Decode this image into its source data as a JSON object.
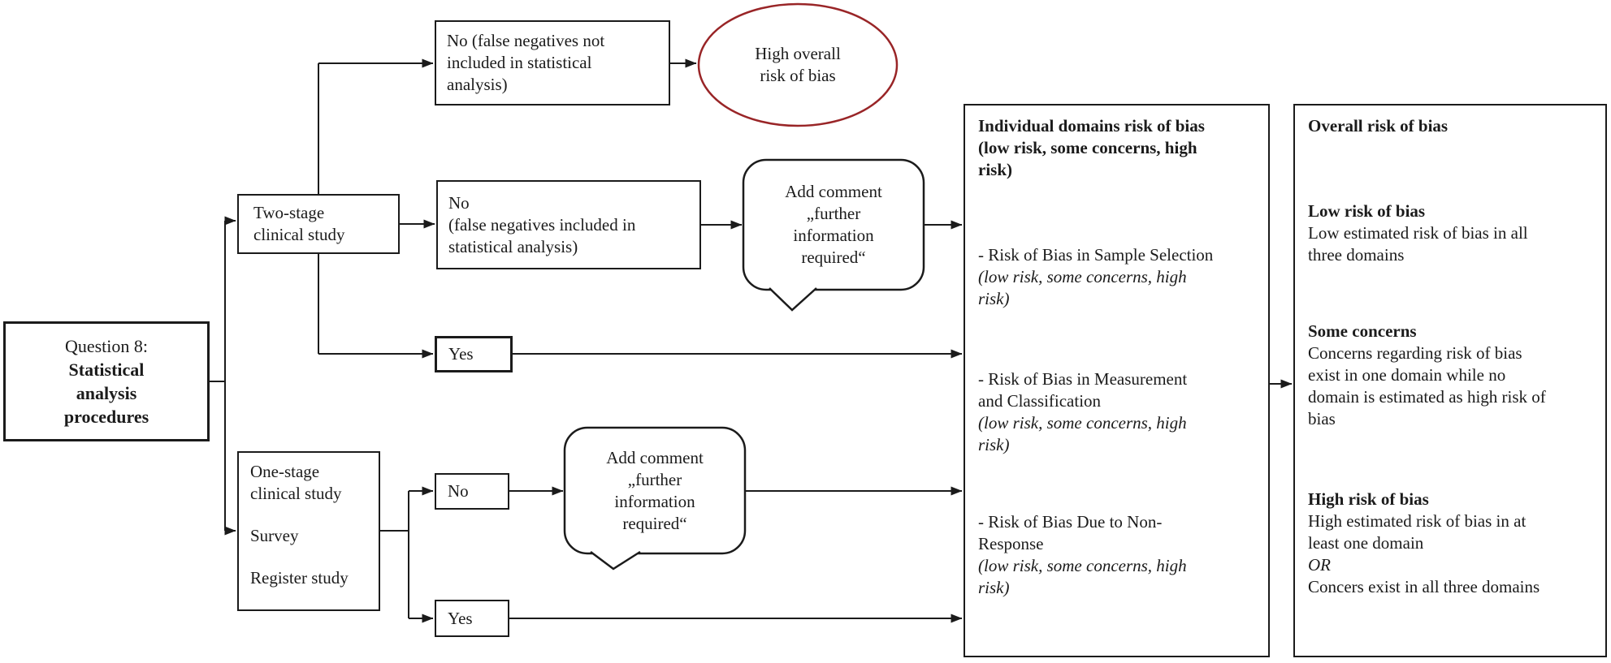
{
  "colors": {
    "ellipse_stroke": "#992527",
    "line": "#1b1b1b"
  },
  "question_box": {
    "line1": "Question 8:",
    "line2": "Statistical",
    "line3": "analysis",
    "line4": "procedures"
  },
  "two_stage_box": {
    "line1": "Two-stage",
    "line2": "clinical study"
  },
  "one_stage_box": {
    "line1": "One-stage",
    "line2": "clinical study",
    "line3": "Survey",
    "line4": "Register study"
  },
  "no_top_box": {
    "line1": "No (false negatives not",
    "line2": "included in statistical",
    "line3": "analysis)"
  },
  "high_overall_ellipse": {
    "line1": "High overall",
    "line2": "risk of bias"
  },
  "no_mid_box": {
    "line1": "No",
    "line2": "(false negatives included in",
    "line3": "statistical analysis)"
  },
  "yes_mid_box": {
    "label": "Yes"
  },
  "no_bot_box": {
    "label": "No"
  },
  "yes_bot_box": {
    "label": "Yes"
  },
  "comment_bubble_top": {
    "line1": "Add comment",
    "line2": "„further",
    "line3": "information",
    "line4": "required“"
  },
  "comment_bubble_bottom": {
    "line1": "Add comment",
    "line2": "„further",
    "line3": "information",
    "line4": "required“"
  },
  "domains_panel": {
    "header_line1": "Individual domains risk of bias",
    "header_line2": "(low risk, some concerns, high",
    "header_line3": "risk)",
    "item1_title_line1": "- Risk of Bias in Sample Selection",
    "item1_note_line1": "(low risk, some concerns, high",
    "item1_note_line2": "risk)",
    "item2_title_line1": "- Risk of Bias in Measurement",
    "item2_title_line2": "and Classification",
    "item2_note_line1": "(low risk, some concerns, high",
    "item2_note_line2": "risk)",
    "item3_title_line1": "- Risk of Bias Due to Non-",
    "item3_title_line2": "Response",
    "item3_note_line1": "(low risk, some concerns, high",
    "item3_note_line2": "risk)"
  },
  "overall_panel": {
    "header": "Overall risk of bias",
    "low_title": "Low risk of bias",
    "low_body_line1": "Low estimated risk of bias in all",
    "low_body_line2": "three domains",
    "some_title": "Some concerns",
    "some_body_line1": "Concerns regarding risk of bias",
    "some_body_line2": "exist in one domain while no",
    "some_body_line3": "domain is estimated as high risk of",
    "some_body_line4": "bias",
    "high_title": "High risk of bias",
    "high_body_line1": "High estimated risk of bias in at",
    "high_body_line2": "least one domain",
    "high_or": "OR",
    "high_body_line3": "Concers exist in all three domains"
  }
}
